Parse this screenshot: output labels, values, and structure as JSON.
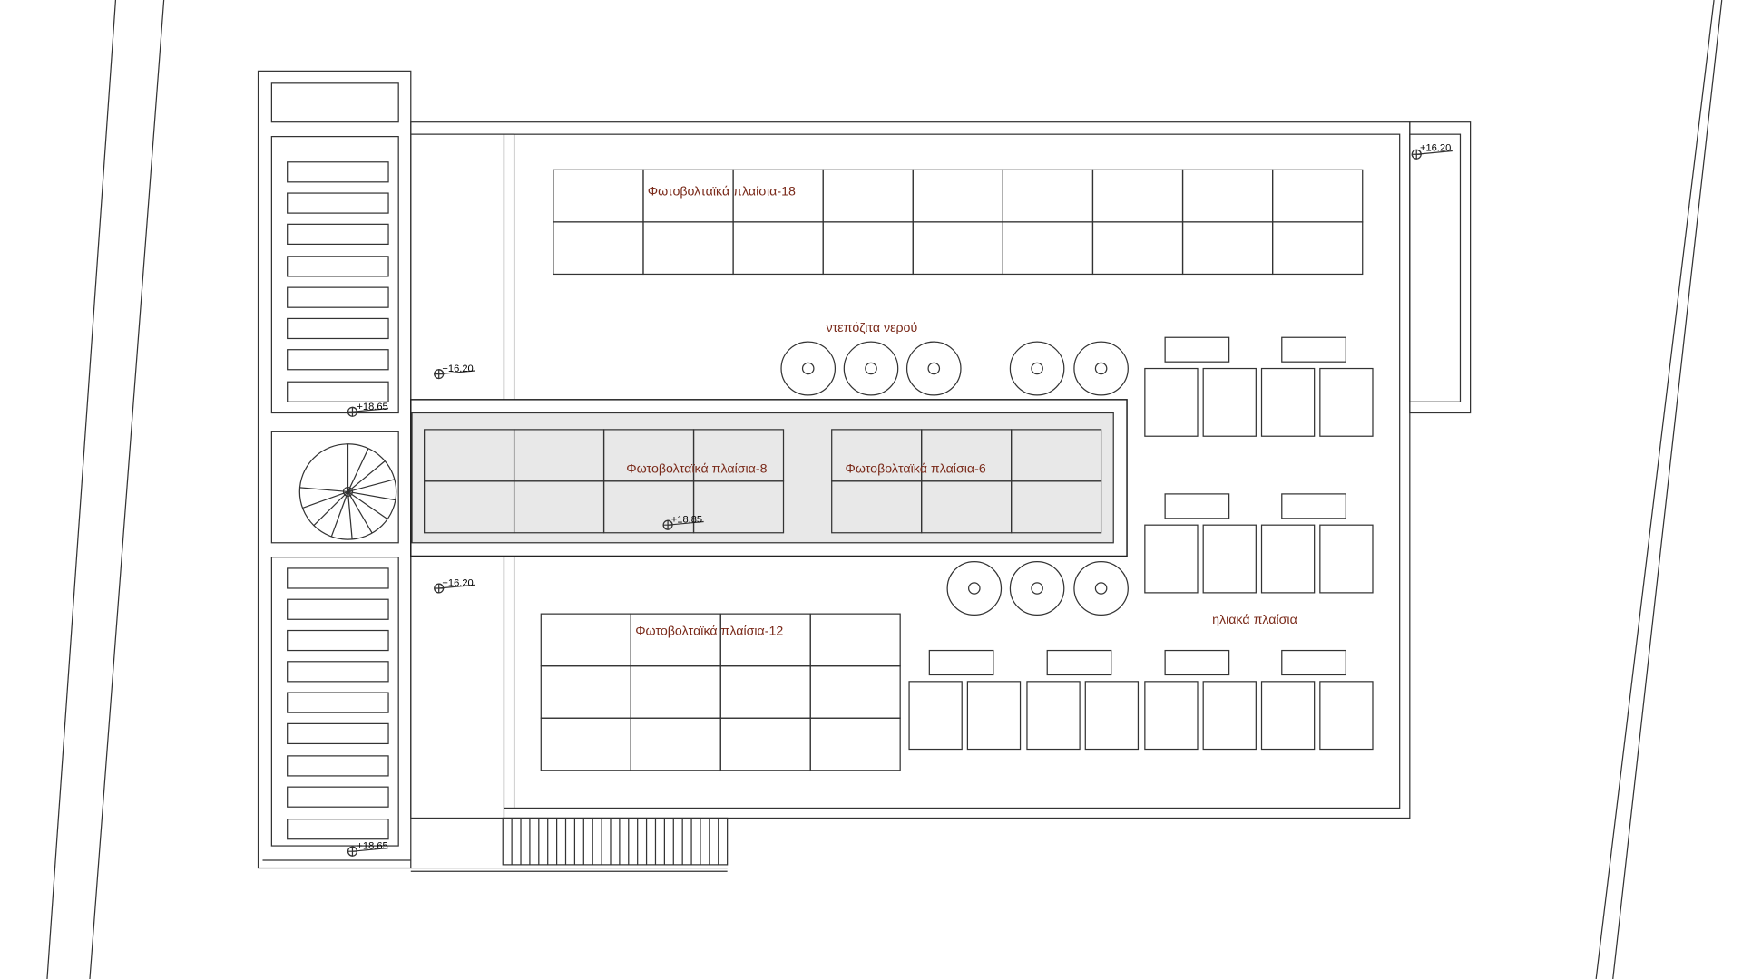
{
  "labels": {
    "pv_18": "Φωτοβολταϊκά πλαίσια-18",
    "pv_8": "Φωτοβολταϊκά πλαίσια-8",
    "pv_6": "Φωτοβολταϊκά πλαίσια-6",
    "pv_12": "Φωτοβολταϊκά πλαίσια-12",
    "water_tanks": "ντεπόζιτα νερού",
    "solar_collectors": "ηλιακά πλαίσια"
  },
  "elevations": [
    "+16.20",
    "+16.20",
    "+16.20",
    "+18.65",
    "+18.65",
    "+18.85"
  ],
  "colors": {
    "label": "#7a2a1a",
    "line": "#333333",
    "band_fill": "#e8e8e8"
  }
}
